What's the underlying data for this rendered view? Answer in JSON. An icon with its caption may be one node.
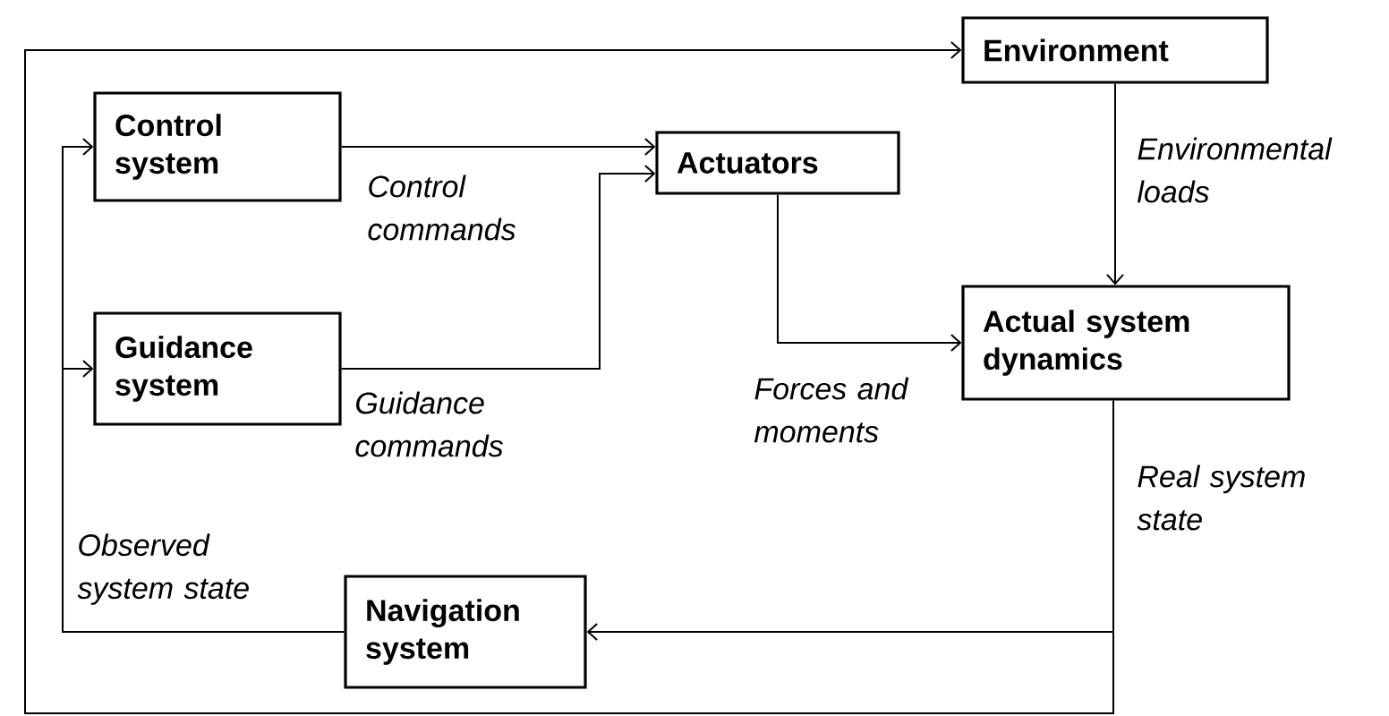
{
  "diagram": {
    "nodes": [
      {
        "text": [
          "Environment"
        ]
      },
      {
        "text": [
          "Control system"
        ]
      },
      {
        "text": [
          "Actuators"
        ]
      },
      {
        "text": [
          "Guidance system"
        ]
      },
      {
        "text": [
          "Actual system dynamics"
        ]
      },
      {
        "text": [
          "Navigation system"
        ]
      }
    ],
    "edges": [
      {
        "from": 1,
        "to": 2,
        "arrow": "to",
        "label": "Control commands"
      },
      {
        "from": 3,
        "to": 2,
        "arrow": "to",
        "label": "Guidance commands"
      },
      {
        "from": 2,
        "to": 4,
        "arrow": "to",
        "label": "Forces and moments"
      },
      {
        "from": 0,
        "to": 4,
        "arrow": "to",
        "label": "Environmental loads"
      },
      {
        "from": 4,
        "to": 5,
        "arrow": "to",
        "label": "Real system state"
      },
      {
        "from": 5,
        "to": 1,
        "arrow": "to",
        "label": "Observed system state"
      },
      {
        "from": 5,
        "to": 3,
        "arrow": "to"
      },
      {
        "from": 4,
        "to": 0,
        "arrow": "to"
      }
    ]
  }
}
